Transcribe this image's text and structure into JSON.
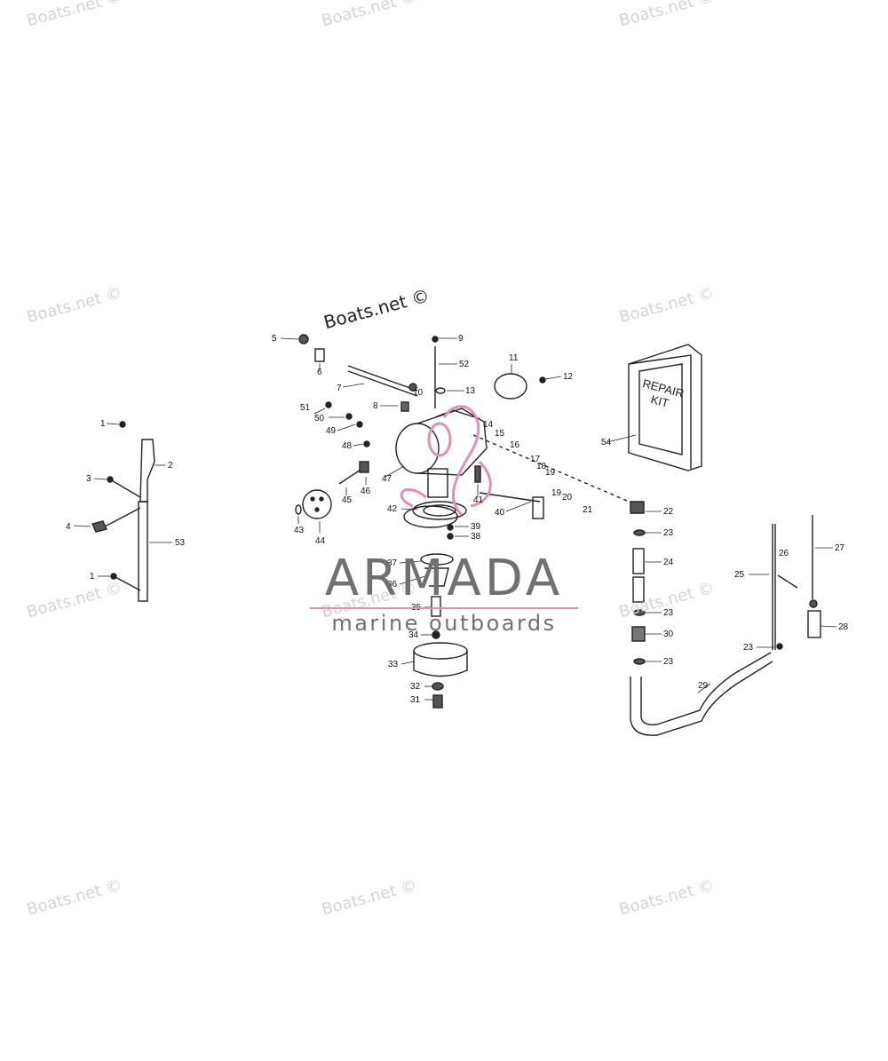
{
  "watermark_text": "Boats.net ©",
  "brand": {
    "name": "ARMADA",
    "tagline": "marine outboards",
    "accent_color": "#e08fb8",
    "text_color": "#707070"
  },
  "repair_kit": {
    "line1": "REPAIR",
    "line2": "KIT"
  },
  "part_numbers": [
    "1",
    "2",
    "3",
    "4",
    "1",
    "53",
    "5",
    "6",
    "7",
    "8",
    "9",
    "10",
    "11",
    "12",
    "13",
    "14",
    "15",
    "16",
    "17",
    "18",
    "19",
    "19",
    "20",
    "21",
    "22",
    "23",
    "24",
    "23",
    "30",
    "23",
    "25",
    "26",
    "27",
    "28",
    "23",
    "29",
    "31",
    "32",
    "33",
    "34",
    "35",
    "36",
    "37",
    "38",
    "39",
    "40",
    "41",
    "42",
    "43",
    "44",
    "45",
    "46",
    "47",
    "48",
    "49",
    "50",
    "51",
    "52",
    "54"
  ]
}
